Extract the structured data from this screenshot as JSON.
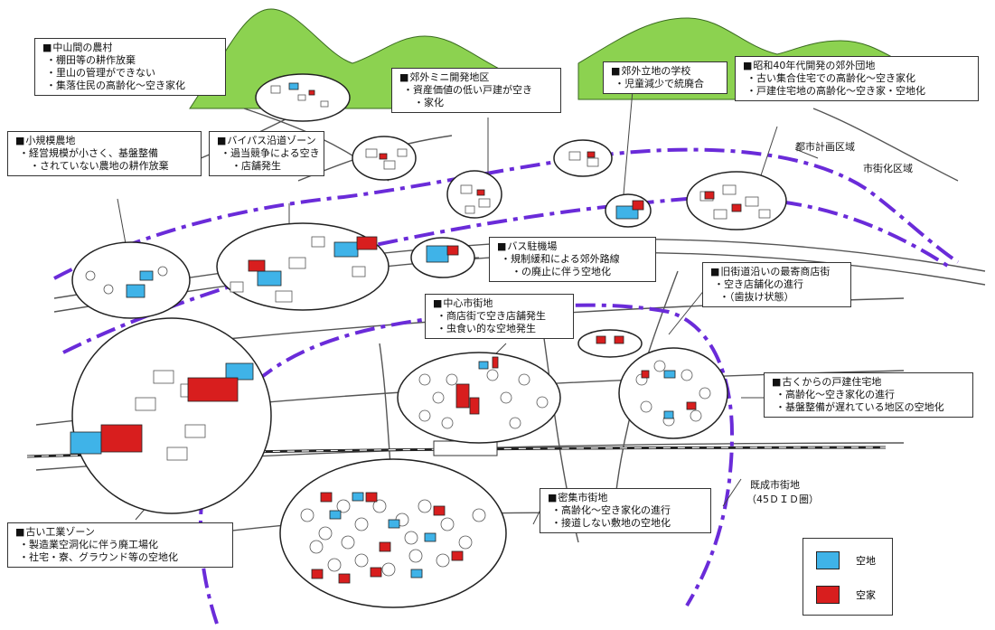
{
  "colors": {
    "vacant_land": "#3fb3e8",
    "vacant_house": "#d81e1e",
    "boundary": "#6a2bd9",
    "hill": "#8cd250"
  },
  "callouts": [
    {
      "id": "mountain-village",
      "title": "中山間の農村",
      "lines": [
        "棚田等の耕作放棄",
        "里山の管理ができない",
        "集落住民の高齢化～空き家化"
      ]
    },
    {
      "id": "small-farmland",
      "title": "小規模農地",
      "lines": [
        "経営規模が小さく、基盤整備",
        "されていない農地の耕作放棄"
      ]
    },
    {
      "id": "bypass-zone",
      "title": "バイパス沿道ゾーン",
      "lines": [
        "過当競争による空き",
        "店舗発生"
      ]
    },
    {
      "id": "suburban-mini",
      "title": "郊外ミニ開発地区",
      "lines": [
        "資産価値の低い戸建が空き",
        "家化"
      ]
    },
    {
      "id": "suburban-school",
      "title": "郊外立地の学校",
      "lines": [
        "児童減少で統廃合"
      ]
    },
    {
      "id": "showa-complex",
      "title": "昭和40年代開発の郊外団地",
      "lines": [
        "古い集合住宅での高齢化～空き家化",
        "戸建住宅地の高齢化～空き家・空地化"
      ]
    },
    {
      "id": "bus-depot",
      "title": "バス駐機場",
      "lines": [
        "規制緩和による郊外路線",
        "の廃止に伴う空地化"
      ]
    },
    {
      "id": "old-road-shops",
      "title": "旧街道沿いの最寄商店街",
      "lines": [
        "空き店舗化の進行",
        "（歯抜け状態）"
      ]
    },
    {
      "id": "city-center",
      "title": "中心市街地",
      "lines": [
        "商店街で空き店舗発生",
        "虫食い的な空地発生"
      ]
    },
    {
      "id": "old-housing",
      "title": "古くからの戸建住宅地",
      "lines": [
        "高齢化～空き家化の進行",
        "基盤整備が遅れている地区の空地化"
      ]
    },
    {
      "id": "dense-town",
      "title": "密集市街地",
      "lines": [
        "高齢化～空き家化の進行",
        "接道しない敷地の空地化"
      ]
    },
    {
      "id": "old-factory",
      "title": "古い工業ゾーン",
      "lines": [
        "製造業空洞化に伴う廃工場化",
        "社宅・寮、グラウンド等の空地化"
      ]
    }
  ],
  "area_labels": {
    "city_planning": "都市計画区域",
    "urbanization": "市街化区域",
    "did_line1": "既成市街地",
    "did_line2": "（45ＤＩＤ圏）"
  },
  "legend": [
    {
      "label": "空地"
    },
    {
      "label": "空家"
    }
  ]
}
